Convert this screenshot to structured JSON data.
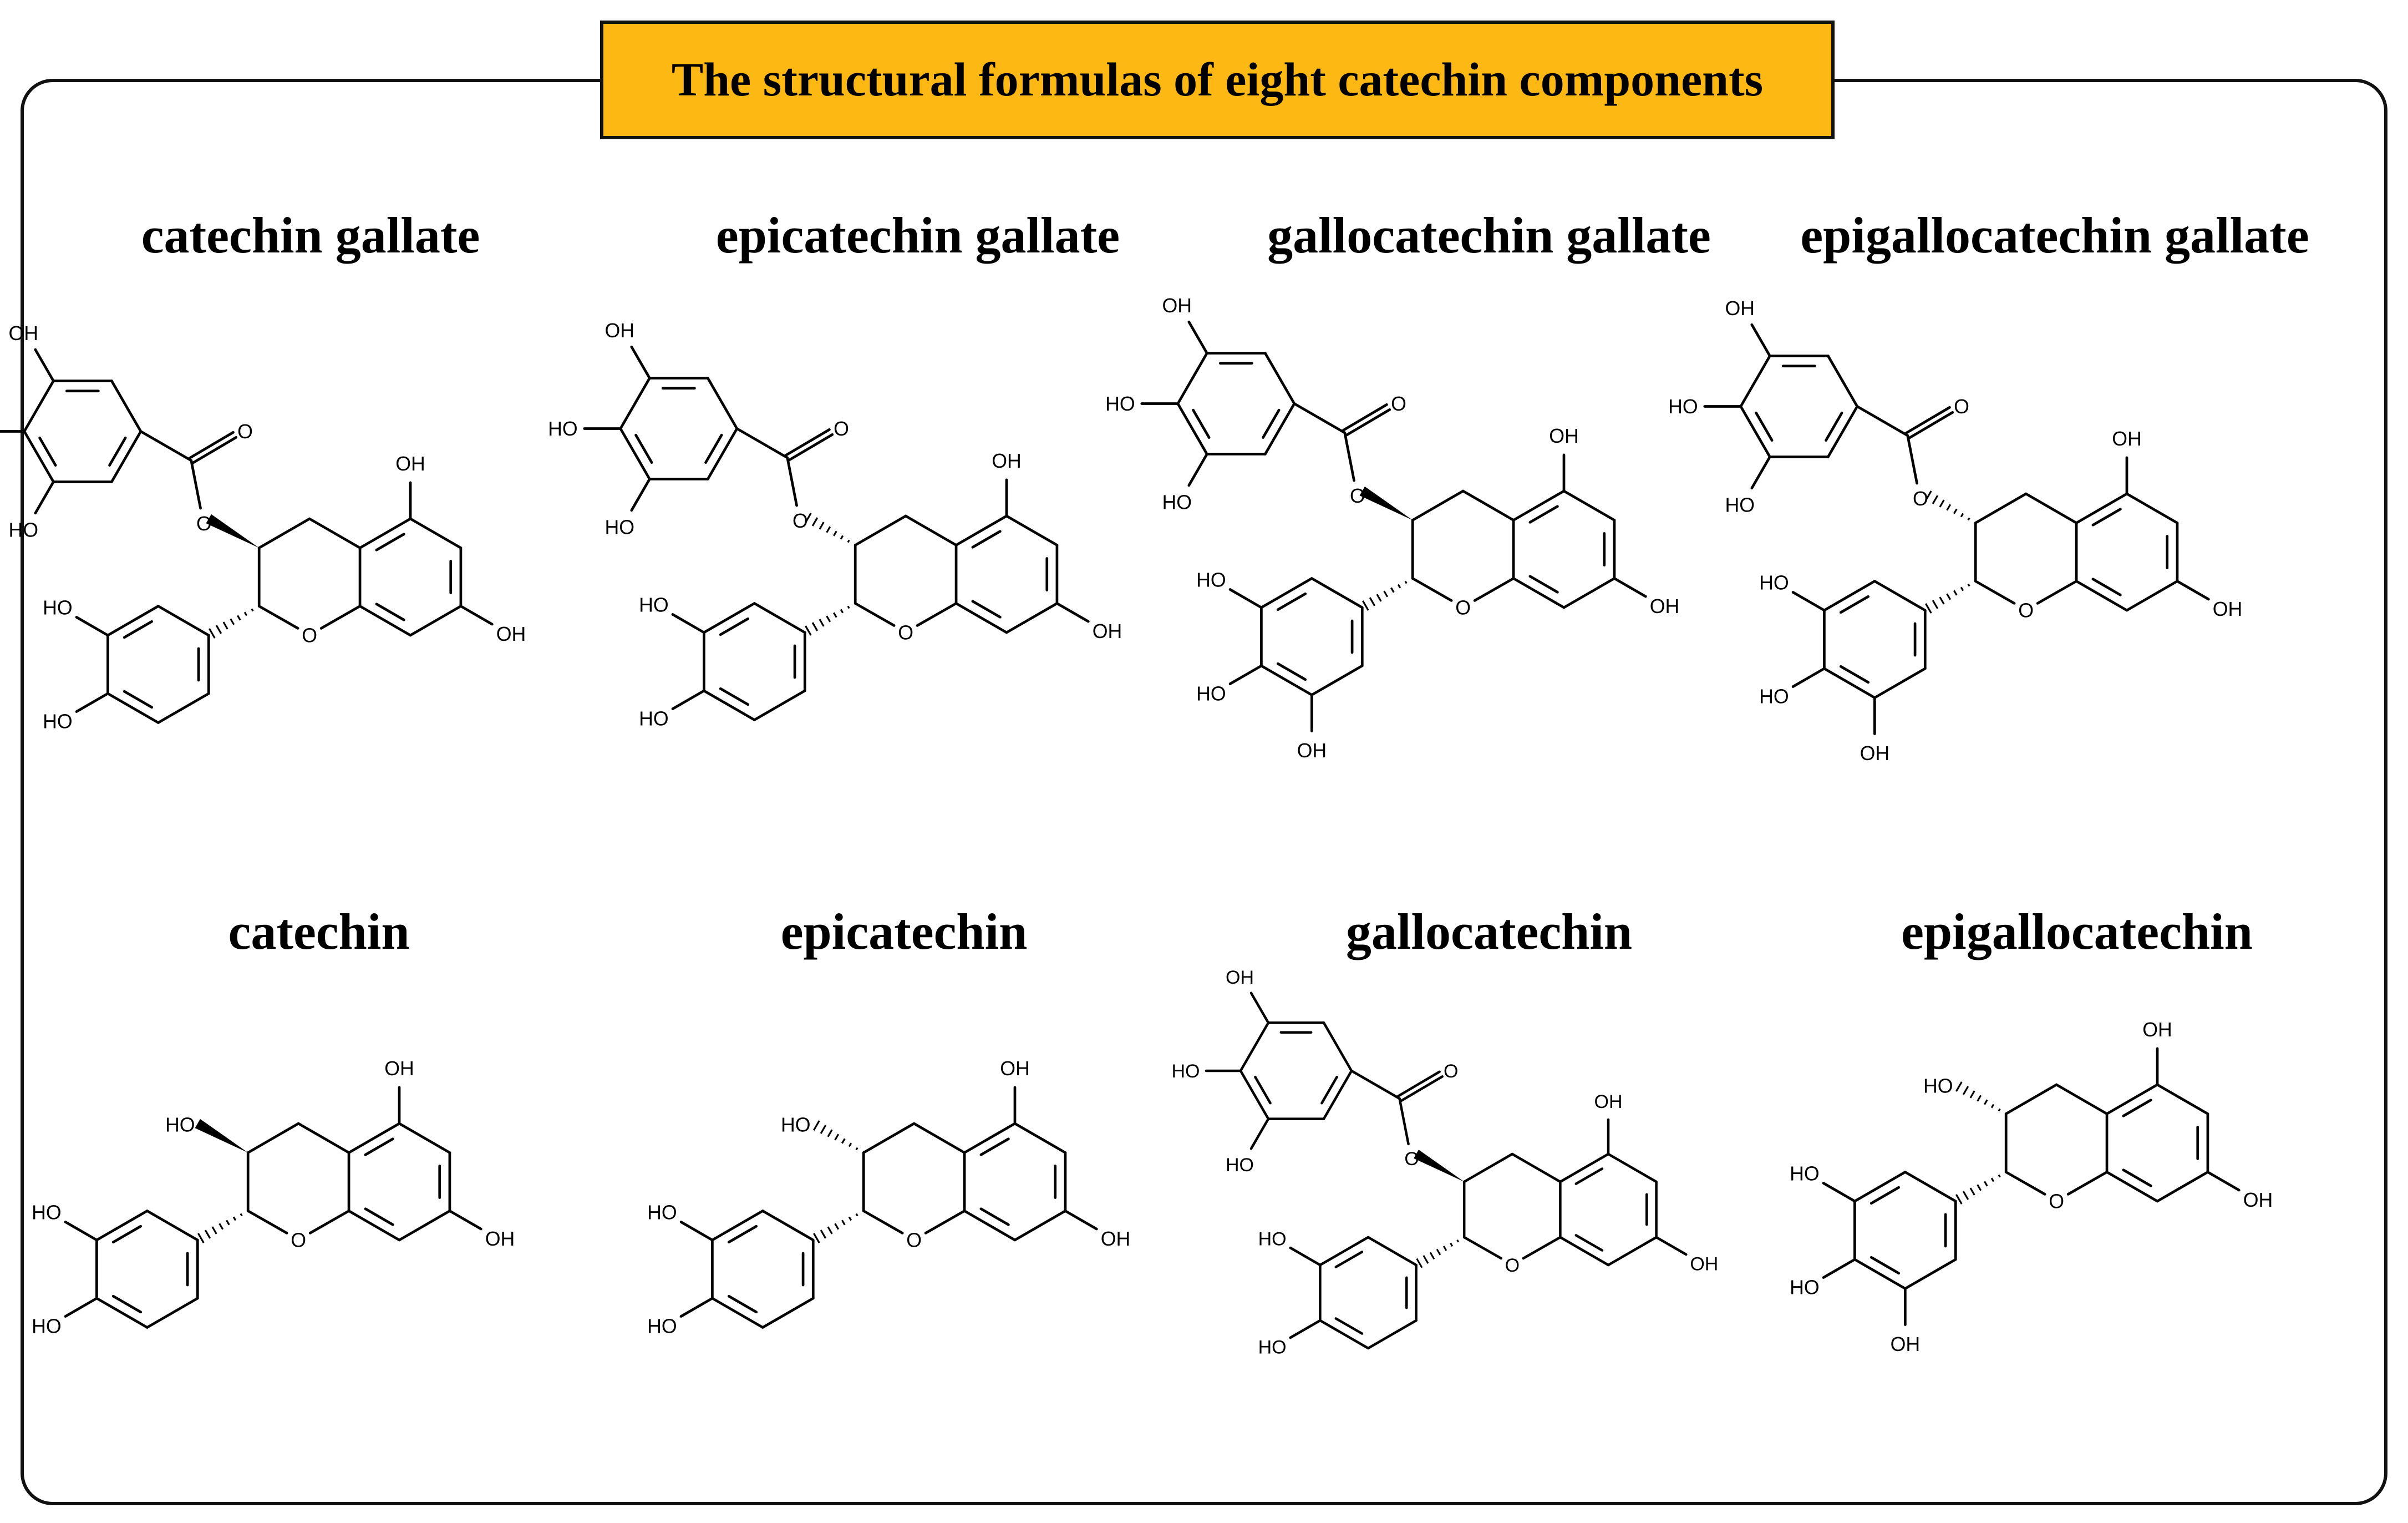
{
  "title": "The structural formulas of eight catechin components",
  "colors": {
    "title_box": "#FDB813",
    "frame": "#111111",
    "bond": "#000000"
  },
  "compounds": [
    {
      "name": "catechin gallate",
      "has_gallate": true,
      "pyrogallol_b_ring": false,
      "c3_stereo": "wedge"
    },
    {
      "name": "epicatechin gallate",
      "has_gallate": true,
      "pyrogallol_b_ring": false,
      "c3_stereo": "hash"
    },
    {
      "name": "gallocatechin gallate",
      "has_gallate": true,
      "pyrogallol_b_ring": true,
      "c3_stereo": "wedge"
    },
    {
      "name": "epigallocatechin gallate",
      "has_gallate": true,
      "pyrogallol_b_ring": true,
      "c3_stereo": "hash"
    },
    {
      "name": "catechin",
      "has_gallate": false,
      "pyrogallol_b_ring": false,
      "c3_stereo": "wedge"
    },
    {
      "name": "epicatechin",
      "has_gallate": false,
      "pyrogallol_b_ring": false,
      "c3_stereo": "hash"
    },
    {
      "name": "gallocatechin",
      "has_gallate": true,
      "pyrogallol_b_ring": false,
      "c3_stereo": "wedge"
    },
    {
      "name": "epigallocatechin",
      "has_gallate": false,
      "pyrogallol_b_ring": true,
      "c3_stereo": "hash"
    }
  ],
  "atom_labels": {
    "hydroxyl": "OH",
    "hydroxyl_left": "HO",
    "oxygen": "O"
  }
}
